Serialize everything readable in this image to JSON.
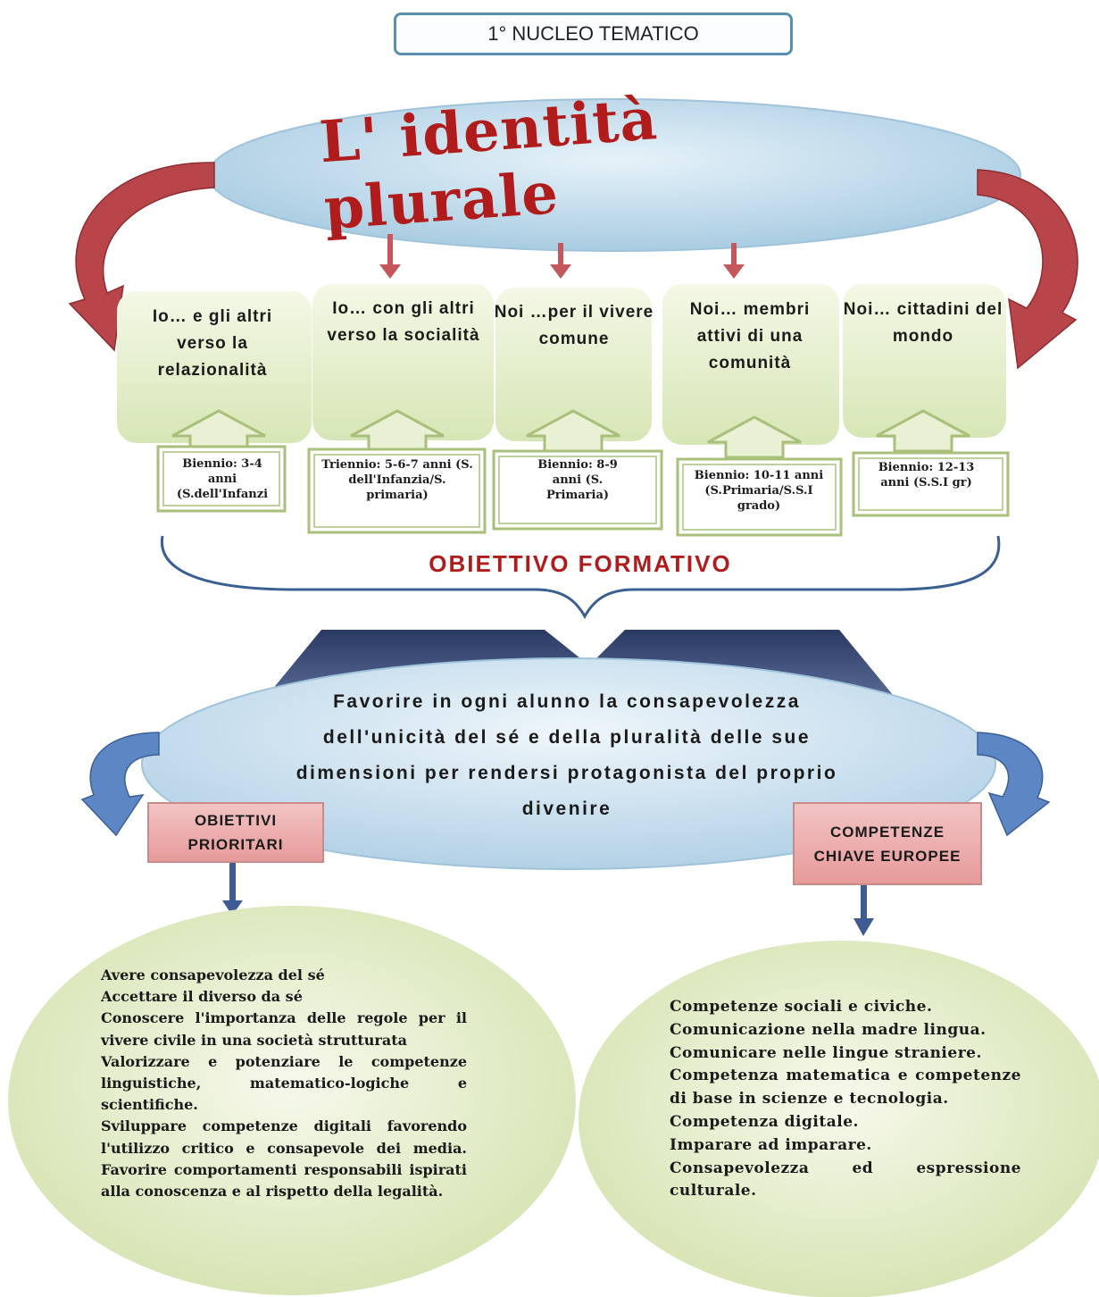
{
  "header": {
    "label": "1° NUCLEO TEMATICO"
  },
  "title": "L' identità plurale",
  "stages": [
    {
      "title": "Io… e gli altri verso la relazionalità",
      "age": "Biennio: 3-4 anni (S.dell'Infanzi"
    },
    {
      "title": "Io… con gli altri verso la socialità",
      "age": "Triennio: 5-6-7 anni (S. dell'Infanzia/S. primaria)"
    },
    {
      "title": "Noi …per il vivere comune",
      "age": "Biennio: 8-9 anni (S. Primaria)"
    },
    {
      "title": "Noi… membri attivi di una comunità",
      "age": "Biennio: 10-11 anni (S.Primaria/S.S.I grado)"
    },
    {
      "title": "Noi… cittadini del mondo",
      "age": "Biennio: 12-13 anni (S.S.I gr)"
    }
  ],
  "objective_label": "OBIETTIVO FORMATIVO",
  "central_text": "Favorire in ogni alunno la consapevolezza dell'unicità del sé e della pluralità delle sue dimensioni per rendersi protagonista del proprio divenire",
  "left_box": {
    "label": "OBIETTIVI PRIORITARI"
  },
  "right_box": {
    "label": "COMPETENZE CHIAVE EUROPEE"
  },
  "left_items": [
    "Avere consapevolezza del sé",
    "Accettare il diverso da sé",
    "Conoscere l'importanza delle regole per il vivere civile in una società strutturata",
    "Valorizzare e potenziare le competenze linguistiche, matematico-logiche e scientifiche.",
    "Sviluppare competenze digitali favorendo l'utilizzo critico e consapevole dei media. Favorire comportamenti responsabili ispirati alla conoscenza e al rispetto della legalità."
  ],
  "right_items": [
    "Competenze sociali e civiche.",
    "Comunicazione nella madre lingua.",
    "Comunicare nelle lingue straniere.",
    "Competenza matematica e competenze di base in scienze e tecnologia.",
    "Competenza digitale.",
    "Imparare ad imparare.",
    "Consapevolezza ed espressione culturale."
  ],
  "colors": {
    "title_red": "#b01b1b",
    "ellipse_blue": "#bcd9ea",
    "panel_green": "#e6efd0",
    "box_pink": "#eab0b0",
    "arrow_blue": "#5d87c4",
    "arrow_red": "#b8454a"
  }
}
